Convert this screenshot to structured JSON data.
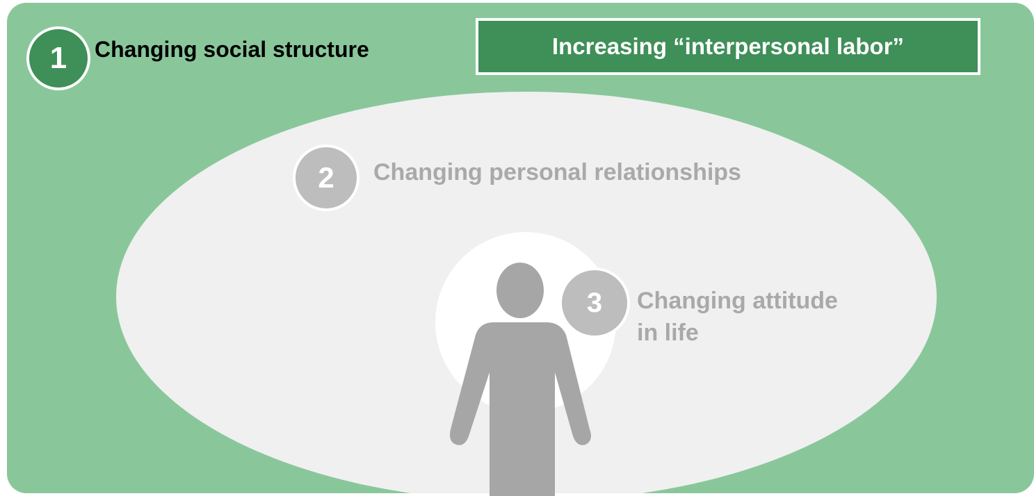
{
  "colors": {
    "outer_panel": "#89c79b",
    "accent_green": "#3f8f58",
    "ellipse": "#f0f0f0",
    "inner_circle": "#ffffff",
    "muted_gray": "#bdbdbd",
    "person": "#a6a6a6",
    "muted_text": "#a9a9a9"
  },
  "level1": {
    "number": "1",
    "label": "Changing social structure",
    "tag": "Increasing “interpersonal labor”"
  },
  "level2": {
    "number": "2",
    "label": "Changing personal relationships"
  },
  "level3": {
    "number": "3",
    "label_line1": "Changing attitude",
    "label_line2": "in life"
  },
  "icons": {
    "person": "person-icon"
  }
}
